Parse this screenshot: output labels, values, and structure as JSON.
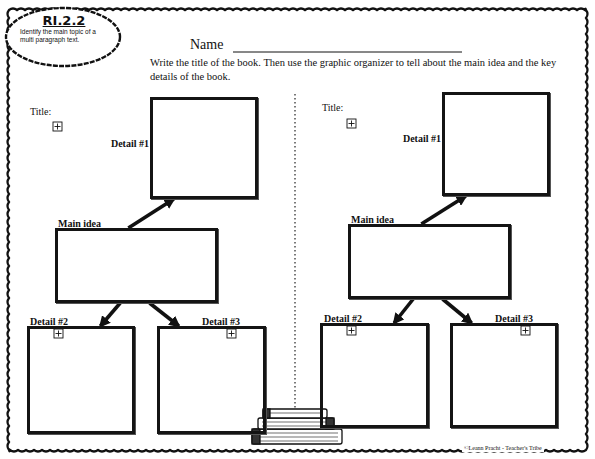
{
  "diagram": {
    "nodes": [
      {
        "text": [
          "RI.2.2",
          "Identify the main topic of a multi paragraph text."
        ]
      },
      {
        "text": [
          "Detail #1"
        ]
      },
      {
        "text": [
          "Main idea"
        ]
      },
      {
        "text": [
          "Detail #2"
        ]
      },
      {
        "text": [
          "Detail #3"
        ]
      },
      {
        "text": [
          "Detail #1"
        ]
      },
      {
        "text": [
          "Main idea"
        ]
      },
      {
        "text": [
          "Detail #2"
        ]
      },
      {
        "text": [
          "Detail #3"
        ]
      }
    ],
    "edges": [
      {
        "from": 2,
        "to": 1,
        "arrow": "to"
      },
      {
        "from": 2,
        "to": 3,
        "arrow": "to"
      },
      {
        "from": 2,
        "to": 4,
        "arrow": "to"
      },
      {
        "from": 6,
        "to": 5,
        "arrow": "to"
      },
      {
        "from": 6,
        "to": 7,
        "arrow": "to"
      },
      {
        "from": 6,
        "to": 8,
        "arrow": "to"
      }
    ],
    "labels": [
      "Name",
      "Write the title of the book. Then use the graphic organizer to tell about the main idea and the key details of the book.",
      "Title:",
      "Title:",
      "©Leann Pracht - Teacher's Tribe"
    ]
  }
}
